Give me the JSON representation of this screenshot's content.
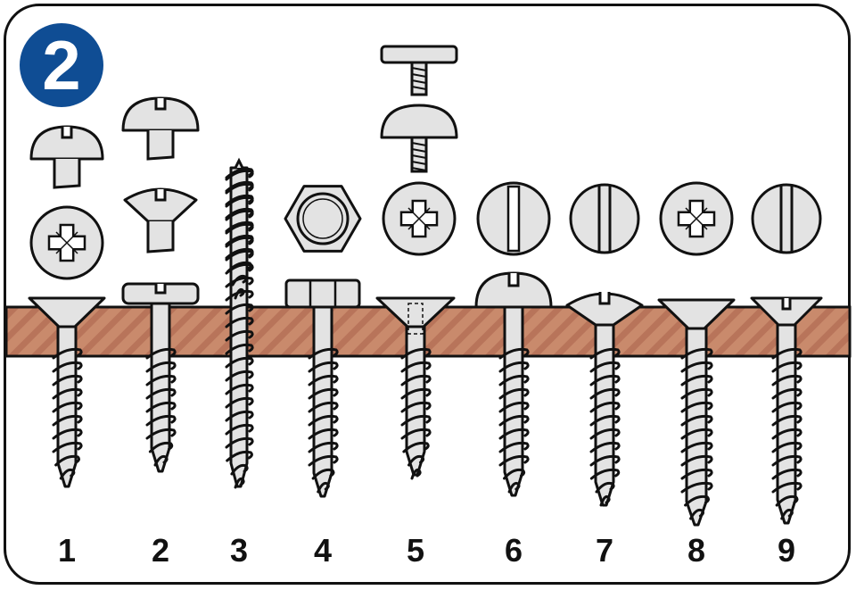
{
  "step": {
    "number": "2",
    "color": "#0f4d94"
  },
  "wood_color": "#c98a6c",
  "metal_color": "#e3e3e3",
  "screws": [
    {
      "number": "1",
      "thread": "wood-thread",
      "head": "countersunk"
    },
    {
      "number": "2",
      "thread": "wood-thread",
      "head": "cheese"
    },
    {
      "number": "3",
      "thread": "double-end-thread",
      "head": "none"
    },
    {
      "number": "4",
      "thread": "wood-thread",
      "head": "hex"
    },
    {
      "number": "5",
      "thread": "wood-thread",
      "head": "countersunk-cap"
    },
    {
      "number": "6",
      "thread": "wood-thread",
      "head": "round"
    },
    {
      "number": "7",
      "thread": "wood-thread",
      "head": "raised-countersunk"
    },
    {
      "number": "8",
      "thread": "wood-thread",
      "head": "countersunk"
    },
    {
      "number": "9",
      "thread": "wood-thread",
      "head": "countersunk"
    }
  ]
}
